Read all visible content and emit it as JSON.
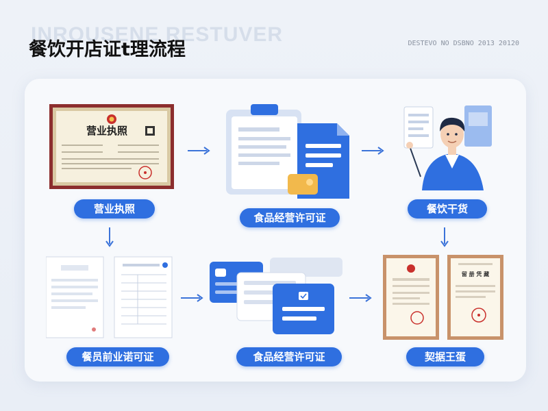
{
  "header": {
    "watermark": "INROUSENE RESTUVER",
    "title": "餐饮开店证t理流程",
    "subtext": "DESTEVO NO DSBNO 2013 20120"
  },
  "colors": {
    "accent": "#2f6fe0",
    "arrow": "#3b73d9",
    "frame": "#8c2e2e"
  },
  "steps": [
    {
      "label": "营业执照",
      "doc_heading": "营业执照"
    },
    {
      "label": "食品经营许可证"
    },
    {
      "label": "餐饮干货"
    },
    {
      "label": "餐员前业诺可证"
    },
    {
      "label": "食品经营许可证"
    },
    {
      "label": "契据王蛋",
      "doc_heading": "留 册 凭 藏"
    }
  ],
  "icons": [
    "arrow-right-icon",
    "arrow-down-icon",
    "id-card-icon",
    "checklist-icon",
    "official-seal-icon"
  ]
}
